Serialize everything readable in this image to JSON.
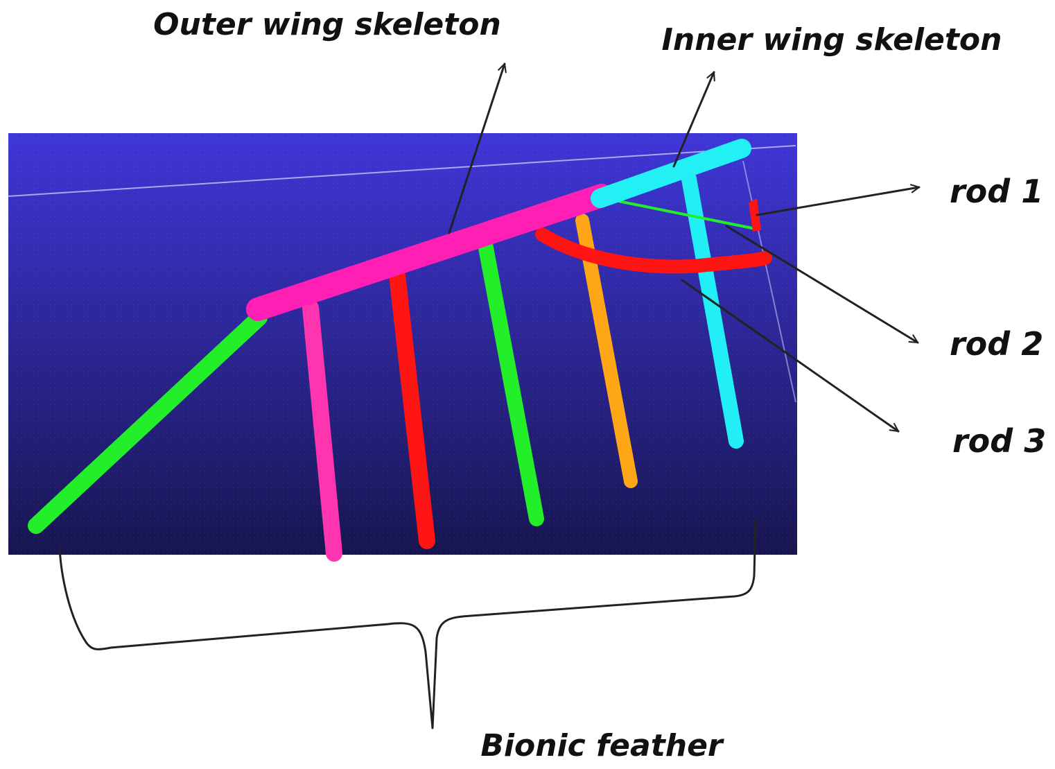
{
  "labels": {
    "outer_wing_skeleton": "Outer wing skeleton",
    "inner_wing_skeleton": "Inner wing skeleton",
    "rod1": "rod 1",
    "rod2": "rod 2",
    "rod3": "rod 3",
    "bionic_feather": "Bionic feather"
  },
  "colors": {
    "panel_top": "#3f36d8",
    "panel_bottom": "#171550",
    "outer_skeleton": "#ff1fb4",
    "inner_skeleton": "#22f0f5",
    "green": "#22ee2a",
    "pink": "#ff35b0",
    "red": "#ff1414",
    "orange": "#ffa617",
    "cyan": "#22eef5",
    "arrow": "#222222"
  }
}
